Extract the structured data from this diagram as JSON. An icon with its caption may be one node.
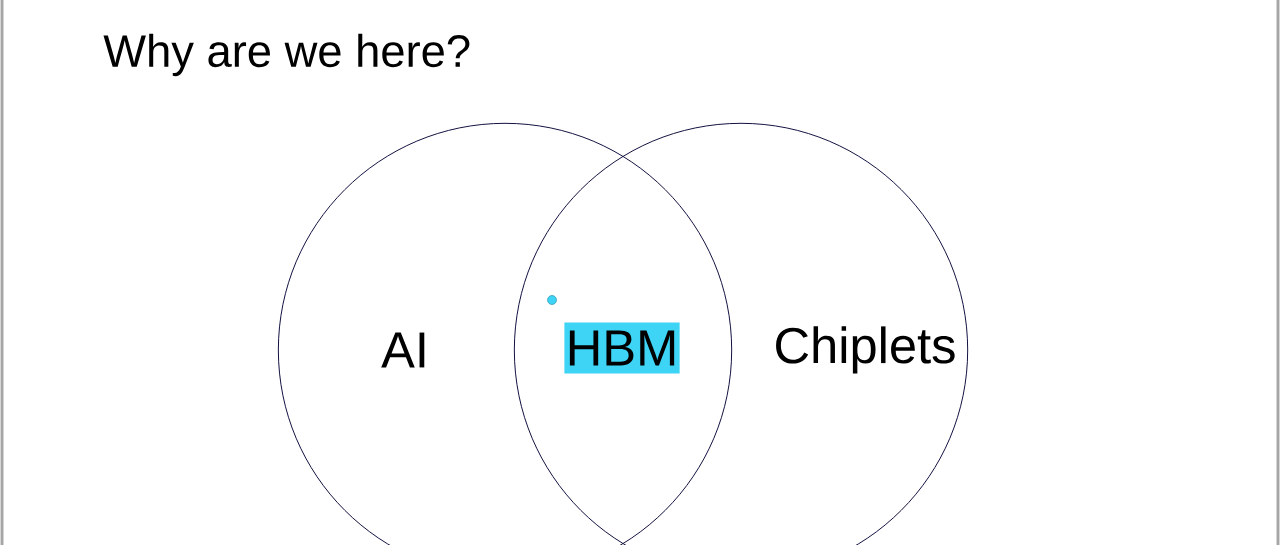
{
  "diagram": {
    "title": "Why are we here?",
    "nodes": [
      {
        "text": [
          "AI"
        ]
      },
      {
        "text": [
          "Chiplets"
        ]
      },
      {
        "text": [
          "HBM"
        ]
      }
    ]
  }
}
